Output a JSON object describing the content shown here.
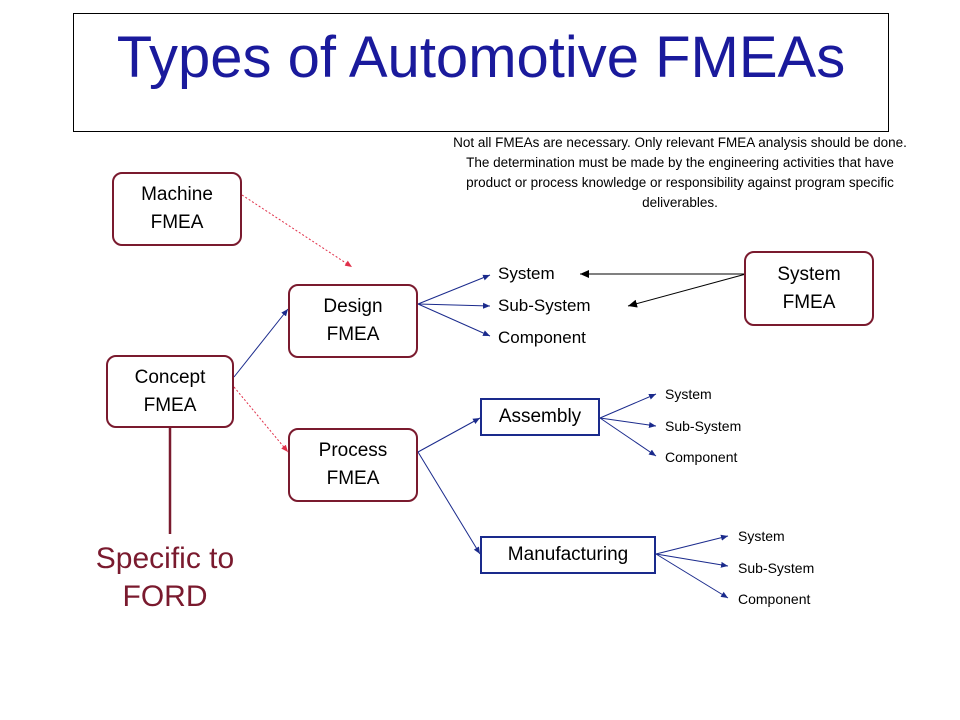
{
  "title": "Types of Automotive FMEAs",
  "note": "Not all FMEAs are necessary. Only relevant FMEA  analysis should be done. The determination must be made by the engineering activities that have product or process knowledge or responsibility against program specific deliverables.",
  "boxes": {
    "machine": [
      "Machine",
      "FMEA"
    ],
    "concept": [
      "Concept",
      "FMEA"
    ],
    "design": [
      "Design",
      "FMEA"
    ],
    "process": [
      "Process",
      "FMEA"
    ],
    "system": [
      "System",
      "FMEA"
    ]
  },
  "assembly": "Assembly",
  "manufacturing": "Manufacturing",
  "design_items": [
    "System",
    "Sub-System",
    "Component"
  ],
  "assembly_items": [
    "System",
    "Sub-System",
    "Component"
  ],
  "manufacturing_items": [
    "System",
    "Sub-System",
    "Component"
  ],
  "ford": [
    "Specific to",
    "FORD"
  ],
  "colors": {
    "title": "#1a1a9c",
    "maroon": "#7a1a2e",
    "blue": "#1a2a8c",
    "red_dotted": "#e0304a"
  }
}
